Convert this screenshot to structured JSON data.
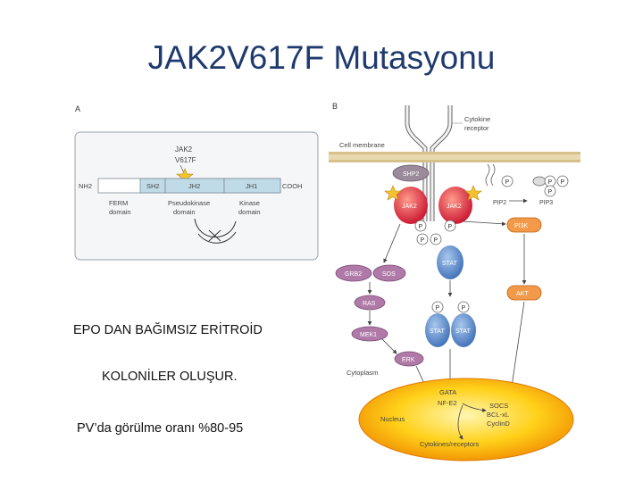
{
  "slide": {
    "title": "JAK2V617F Mutasyonu",
    "line1": "EPO DAN BAĞIMSIZ ERİTROİD",
    "line2": "KOLONİLER OLUŞUR.",
    "line3": "PV’da görülme oranı %80-95"
  },
  "panel_a": {
    "label": "A",
    "jak2": "JAK2",
    "mutation": "V617F",
    "nh2": "NH2",
    "cooh": "COOH",
    "sh2": "SH2",
    "jh2": "JH2",
    "jh1": "JH1",
    "ferm1": "FERM",
    "ferm2": "domain",
    "pseudo1": "Pseudokinase",
    "pseudo2": "domain",
    "kinase1": "Kinase",
    "kinase2": "domain"
  },
  "panel_b": {
    "label": "B",
    "cytokine1": "Cytokine",
    "cytokine2": "receptor",
    "membrane": "Cell membrane",
    "shp2": "SHP2",
    "jak2_left": "JAK2",
    "jak2_right": "JAK2",
    "p": "P",
    "pip2": "PIP2",
    "pip3": "PIP3",
    "pi3k": "PI3K",
    "stat": "STAT",
    "grb2": "GRB2",
    "sos": "SOS",
    "ras": "RAS",
    "akt": "AKT",
    "mek1": "MEK1",
    "stat_a": "STAT",
    "stat_b": "STAT",
    "erk": "ERK",
    "cytoplasm": "Cytoplasm",
    "nucleus": "Nucleus",
    "gata": "GATA",
    "nfe2": "NF-E2",
    "socs": "SOCS",
    "bclx": "BCL-xL",
    "cyclin": "CyclinD",
    "cytokines": "Cytokines/receptors"
  }
}
